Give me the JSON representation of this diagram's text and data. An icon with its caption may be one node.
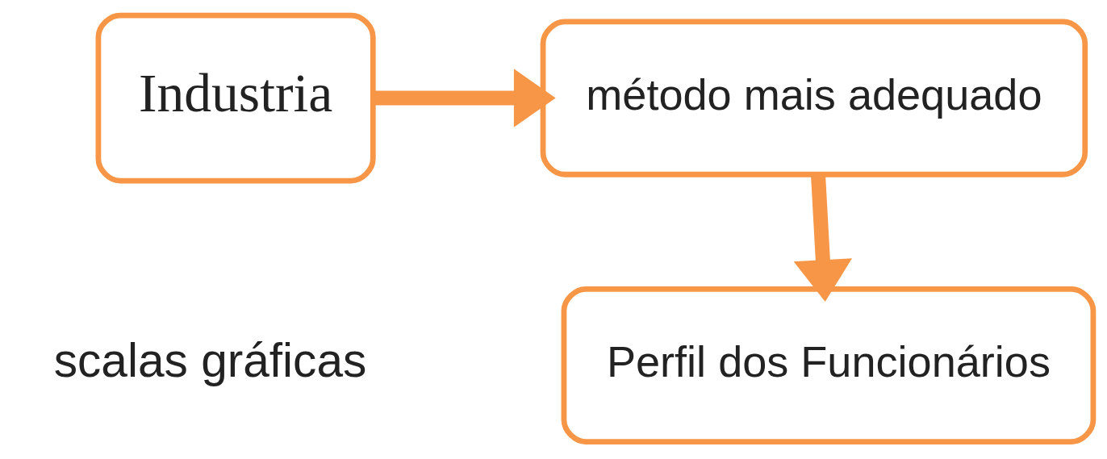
{
  "diagram": {
    "nodes": [
      {
        "text": [
          "Industria"
        ]
      },
      {
        "text": [
          "método mais adequado"
        ]
      },
      {
        "text": [
          "Perfil dos Funcionários"
        ]
      }
    ],
    "edges": [
      {
        "from": 0,
        "to": 1,
        "arrow": "to"
      },
      {
        "from": 1,
        "to": 2,
        "arrow": "to"
      }
    ],
    "labels": [
      "scalas gráficas"
    ]
  }
}
